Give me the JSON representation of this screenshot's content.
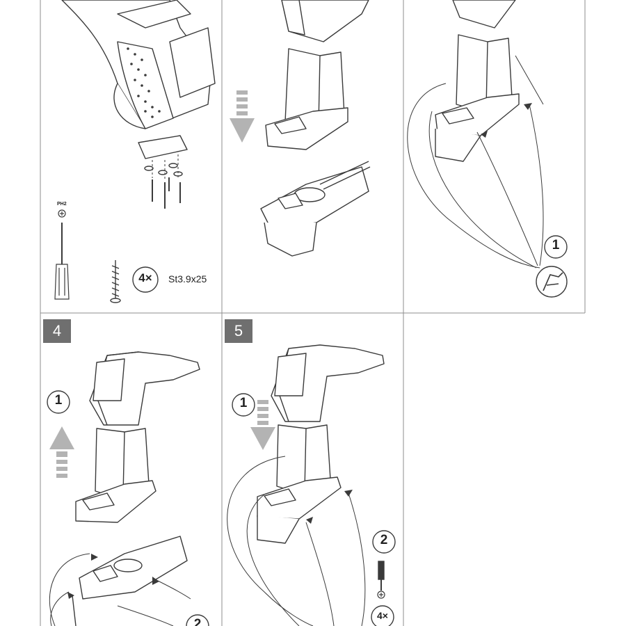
{
  "steps": {
    "step4": "4",
    "step5": "5"
  },
  "panel1": {
    "tool_label": "PH2",
    "count": "4×",
    "screw_spec": "St3.9x25"
  },
  "panel3": {
    "callout_1": "1"
  },
  "panel4": {
    "callout_1": "1",
    "callout_2": "2"
  },
  "panel5": {
    "callout_1": "1",
    "callout_2": "2",
    "count": "4×"
  },
  "colors": {
    "line": "#3a3a3a",
    "badge": "#6f6f6f",
    "arrow_gray": "#9a9a9a",
    "grid": "#8c8c8c"
  }
}
